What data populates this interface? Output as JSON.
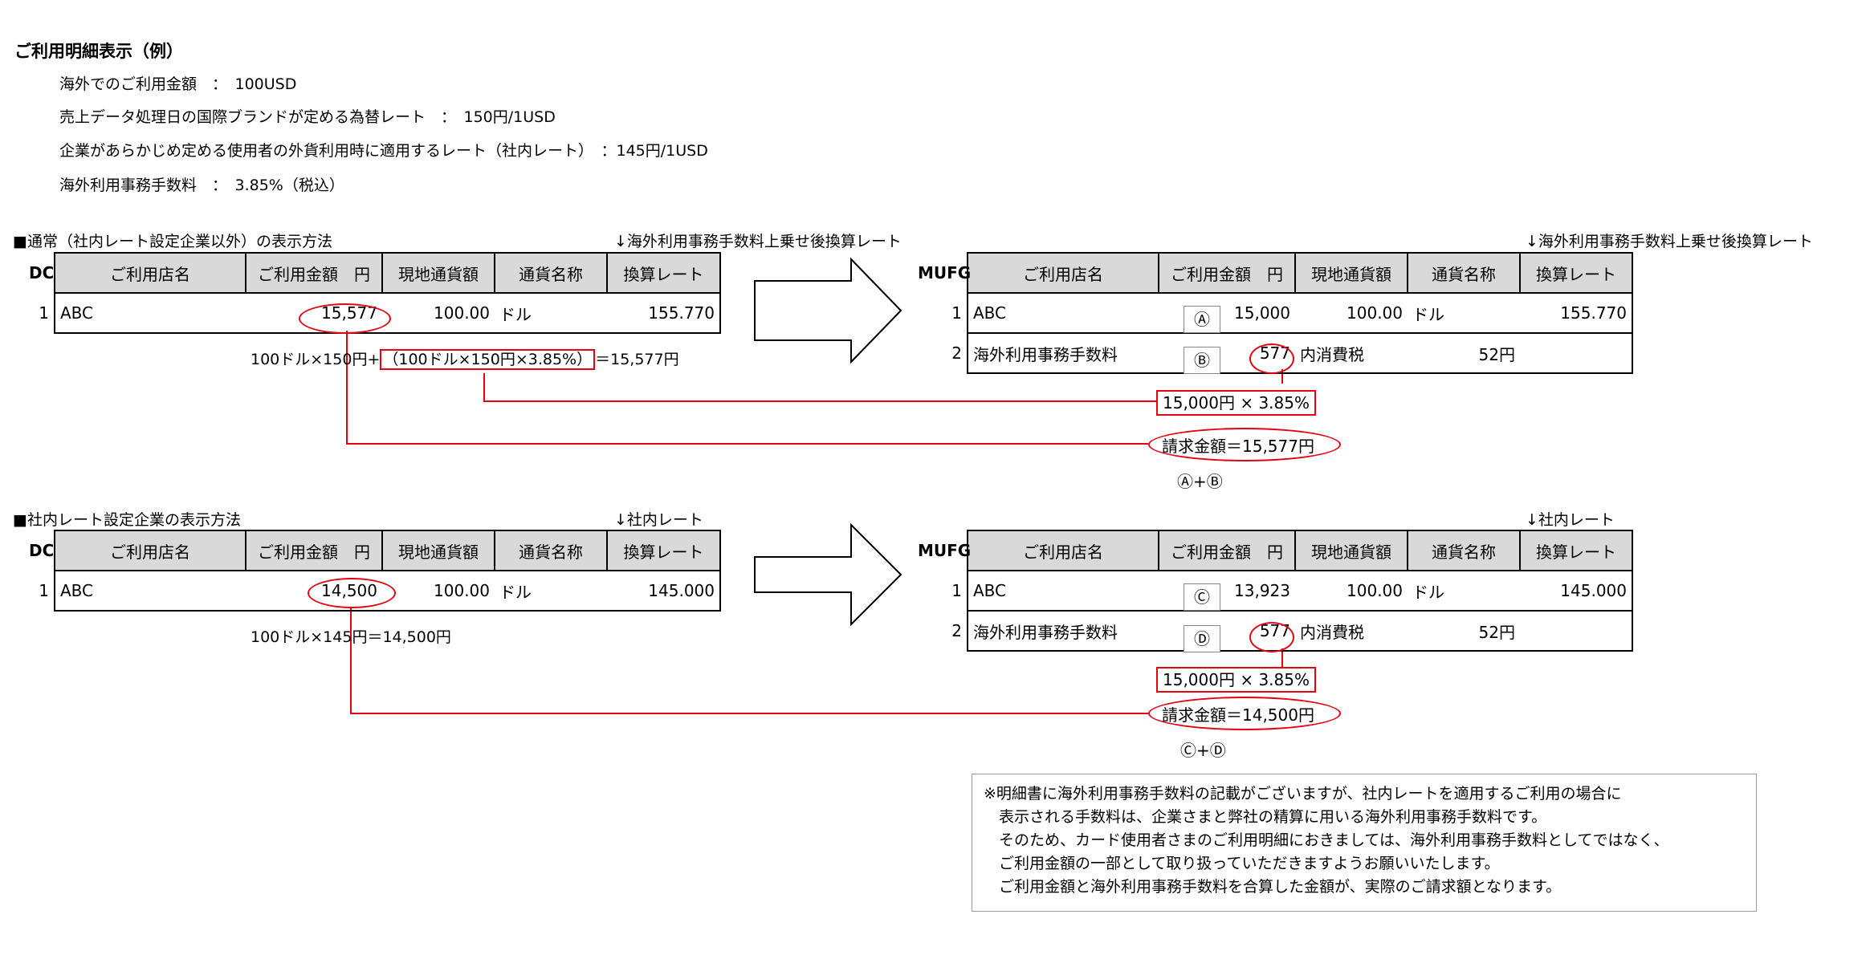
{
  "title": "ご利用明細表示（例）",
  "conditions": [
    "海外でのご利用金額　：　100USD",
    "売上データ処理日の国際ブランドが定める為替レート　：　150円/1USD",
    "企業があらかじめ定める使用者の外貨利用時に適用するレート（社内レート）　：145円/1USD",
    "海外利用事務手数料　：　3.85%（税込）"
  ],
  "headers": [
    "ご利用店名",
    "ご利用金額　円",
    "現地通貨額",
    "通貨名称",
    "換算レート"
  ],
  "section1": {
    "heading": "■通常（社内レート設定企業以外）の表示方法",
    "left_note": "↓海外利用事務手数料上乗せ後換算レート",
    "right_note": "↓海外利用事務手数料上乗せ後換算レート",
    "left_label": "DC",
    "right_label": "MUFG",
    "left_row": {
      "no": "1",
      "store": "ABC",
      "amount": "15,577",
      "local": "100.00",
      "currency": "ドル",
      "rate": "155.770"
    },
    "right_rows": [
      {
        "no": "1",
        "store": "ABC",
        "mark": "Ⓐ",
        "amount": "15,000",
        "local": "100.00",
        "currency": "ドル",
        "rate": "155.770"
      },
      {
        "no": "2",
        "store": "海外利用事務手数料",
        "mark": "Ⓑ",
        "amount": "577",
        "local": "内消費税",
        "currency": "52円",
        "rate": ""
      }
    ],
    "formula_pre": "100ドル×150円+",
    "formula_box": "（100ドル×150円×3.85%）",
    "formula_post": "＝15,577円",
    "fee_calc": "15,000円 × 3.85%",
    "billing": "請求金額＝15,577円",
    "sum": "Ⓐ+Ⓑ"
  },
  "section2": {
    "heading": "■社内レート設定企業の表示方法",
    "left_note": "↓社内レート",
    "right_note": "↓社内レート",
    "left_label": "DC",
    "right_label": "MUFG",
    "left_row": {
      "no": "1",
      "store": "ABC",
      "amount": "14,500",
      "local": "100.00",
      "currency": "ドル",
      "rate": "145.000"
    },
    "right_rows": [
      {
        "no": "1",
        "store": "ABC",
        "mark": "Ⓒ",
        "amount": "13,923",
        "local": "100.00",
        "currency": "ドル",
        "rate": "145.000"
      },
      {
        "no": "2",
        "store": "海外利用事務手数料",
        "mark": "Ⓓ",
        "amount": "577",
        "local": "内消費税",
        "currency": "52円",
        "rate": ""
      }
    ],
    "formula": "100ドル×145円＝14,500円",
    "fee_calc": "15,000円 × 3.85%",
    "billing": "請求金額＝14,500円",
    "sum": "Ⓒ+Ⓓ"
  },
  "note_lines": [
    "※明細書に海外利用事務手数料の記載がございますが、社内レートを適用するご利用の場合に",
    "　表示される手数料は、企業さまと弊社の精算に用いる海外利用事務手数料です。",
    "　そのため、カード使用者さまのご利用明細におきましては、海外利用事務手数料としてではなく、",
    "　ご利用金額の一部として取り扱っていただきますようお願いいたします。",
    "　ご利用金額と海外利用事務手数料を合算した金額が、実際のご請求額となります。"
  ],
  "colors": {
    "highlight": "#e60012",
    "header_bg": "#d9d9d9"
  }
}
